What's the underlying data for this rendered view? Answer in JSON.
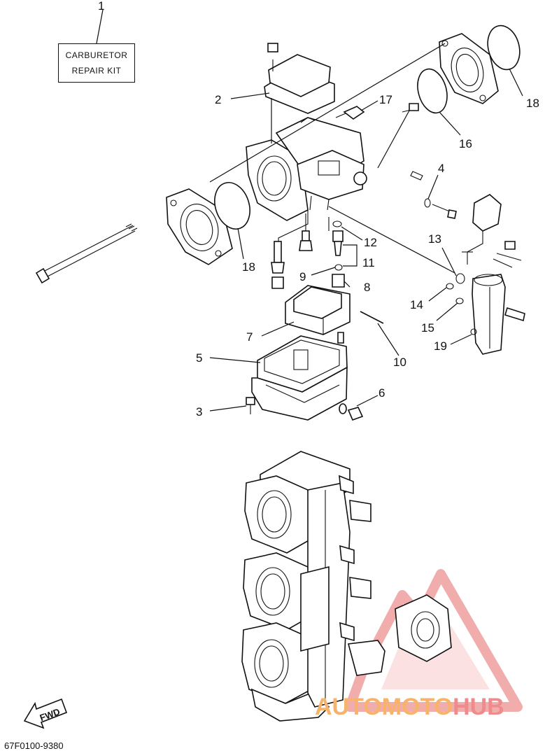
{
  "kit_box": {
    "line1": "CARBURETOR",
    "line2": "REPAIR KIT"
  },
  "callouts": {
    "c1": "1",
    "c2": "2",
    "c3": "3",
    "c4": "4",
    "c5": "5",
    "c6": "6",
    "c7": "7",
    "c8": "8",
    "c9": "9",
    "c10": "10",
    "c11": "11",
    "c12": "12",
    "c13": "13",
    "c14": "14",
    "c15": "15",
    "c16": "16",
    "c17": "17",
    "c18a": "18",
    "c18b": "18",
    "c19": "19"
  },
  "fwd_label": "FWD",
  "part_code": "67F0100-9380",
  "watermark": {
    "part1": "AUTOMOTO",
    "part2": "HUB",
    "color1": "#f7b36b",
    "color2": "#ee8b8b"
  }
}
